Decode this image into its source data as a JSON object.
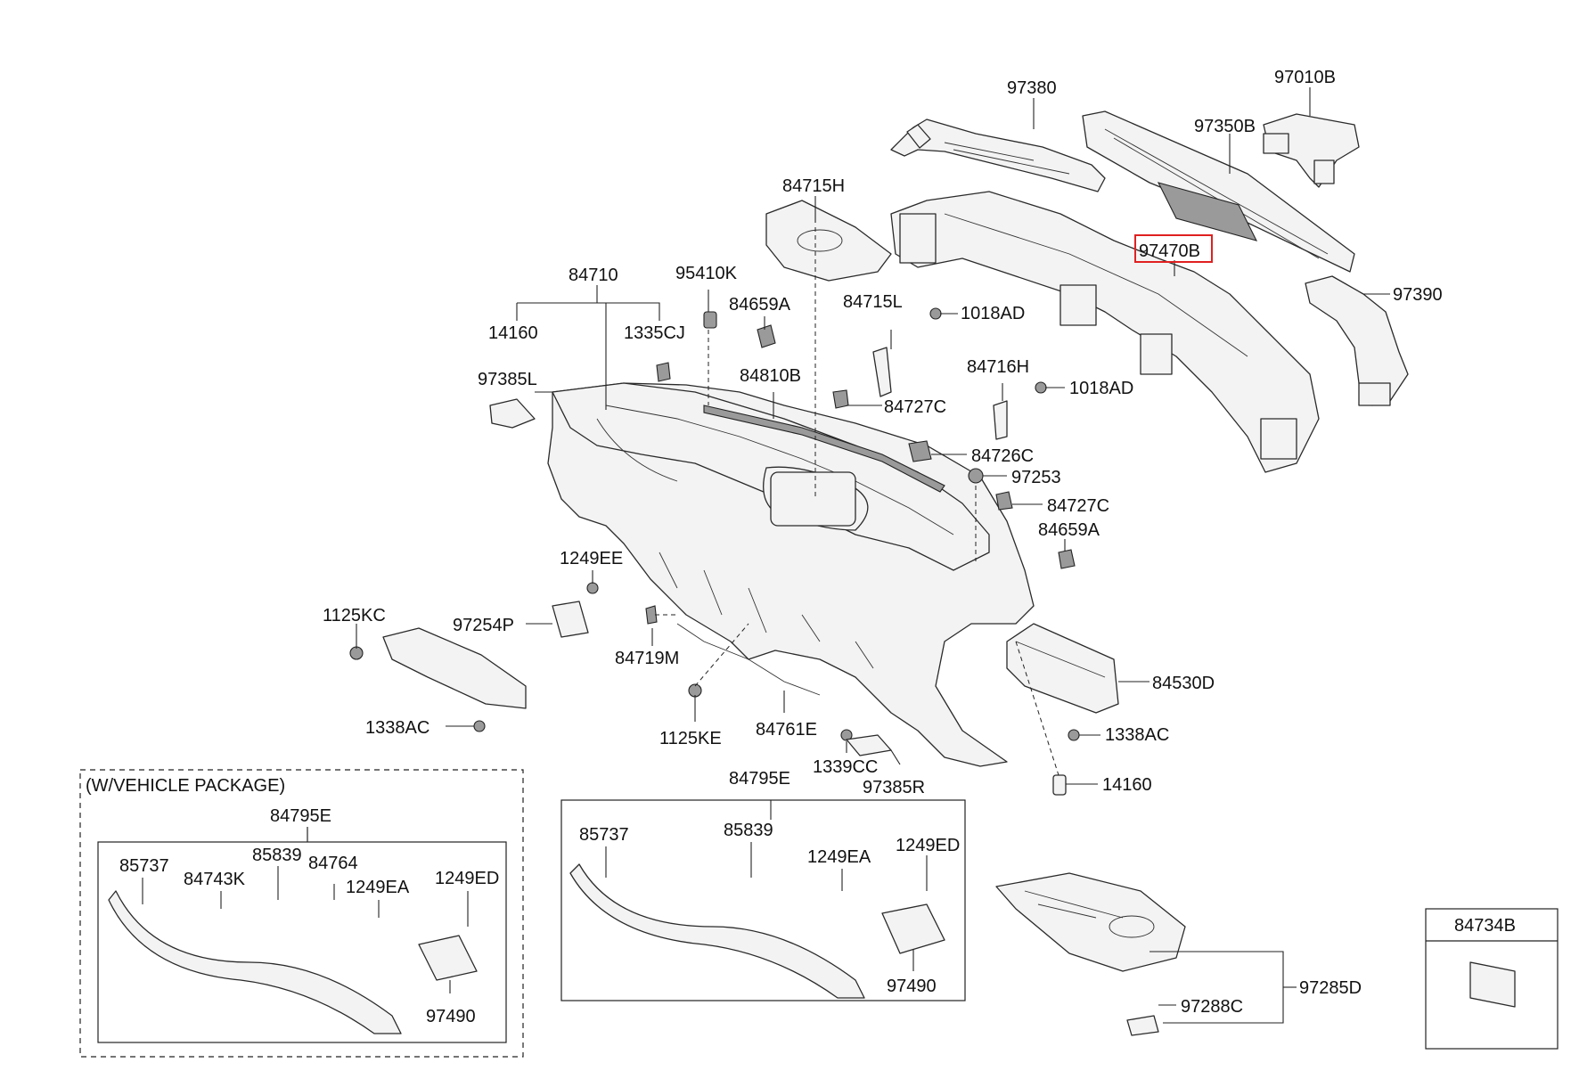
{
  "labels": {
    "p97380": "97380",
    "p97010B": "97010B",
    "p97350B": "97350B",
    "p84715H": "84715H",
    "p97470B": "97470B",
    "p97390": "97390",
    "p84710": "84710",
    "p95410K": "95410K",
    "p84659A_top": "84659A",
    "p84715L": "84715L",
    "p1018AD_top": "1018AD",
    "p14160_left": "14160",
    "p1335CJ": "1335CJ",
    "p84810B": "84810B",
    "p84716H": "84716H",
    "p1018AD_mid": "1018AD",
    "p97385L": "97385L",
    "p84727C_top": "84727C",
    "p84726C": "84726C",
    "p97253": "97253",
    "p84727C_mid": "84727C",
    "p84659A_mid": "84659A",
    "p1249EE": "1249EE",
    "p1125KC": "1125KC",
    "p97254P": "97254P",
    "p84719M": "84719M",
    "p84530D": "84530D",
    "p1338AC_left": "1338AC",
    "p1125KE": "1125KE",
    "p84761E": "84761E",
    "p1338AC_right": "1338AC",
    "p1339CC": "1339CC",
    "p97385R": "97385R",
    "p14160_right": "14160",
    "p84795E_mid": "84795E",
    "p85737_mid": "85737",
    "p85839_mid": "85839",
    "p1249EA_mid": "1249EA",
    "p1249ED_mid": "1249ED",
    "p97490_mid": "97490",
    "p84795E_left": "84795E",
    "p85737_left": "85737",
    "p84743K": "84743K",
    "p85839_left": "85839",
    "p84764": "84764",
    "p1249EA_left": "1249EA",
    "p1249ED_left": "1249ED",
    "p97490_left": "97490",
    "p97285D": "97285D",
    "p97288C": "97288C",
    "p84734B": "84734B"
  },
  "package_note": "(W/VEHICLE PACKAGE)",
  "highlighted_part": "97470B",
  "colors": {
    "highlight": "#e02020",
    "line": "#222222",
    "part_fill": "#f3f3f3"
  }
}
